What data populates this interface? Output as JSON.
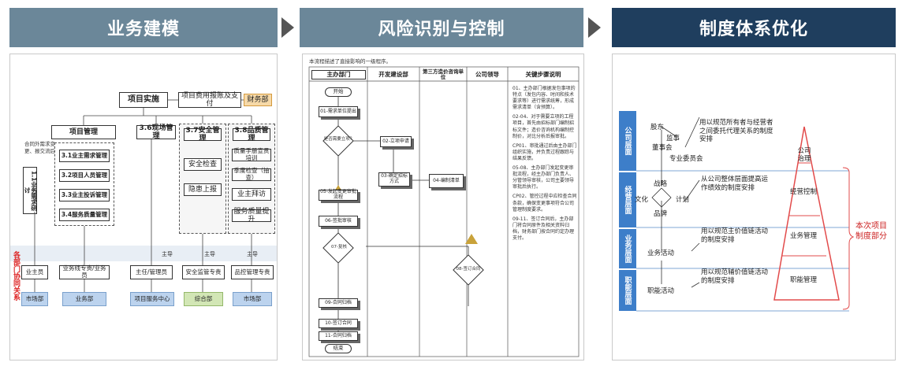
{
  "headers": {
    "h1": "业务建模",
    "h2": "风险识别与控制",
    "h3": "制度体系优化"
  },
  "panel1": {
    "top_main": "项目实施",
    "top_expense": "项目费用报账及支付",
    "finance": "财务部",
    "grp_pm": "项目管理",
    "grp_site": "3.6现场管理",
    "grp_safety": "3.7安全管理",
    "grp_quality": "3.8品质管理",
    "items_pm": [
      "3.1业主需求管理",
      "3.2项目人员管理",
      "3.3业主投诉管理",
      "3.4服务质量管理"
    ],
    "items_safety": [
      "安全检查",
      "隐患上报"
    ],
    "items_quality": [
      "质量手册宣贯培训",
      "季度检查（抽查）",
      "业主拜访",
      "服务质量提升"
    ],
    "side_label": "1.1业务需求研讨",
    "note": "合同外需求变更、报交流后续",
    "roles": [
      "业主员",
      "业务线专责/业务员",
      "主任/管理员",
      "安全监管专责",
      "品控管理专责"
    ],
    "role_tags": [
      "主导",
      "主导",
      "主导"
    ],
    "depts": [
      "市场部",
      "业务部",
      "项目服务中心",
      "综合部",
      "市场部"
    ],
    "red_side": "各部门协同关系"
  },
  "panel2": {
    "caption": "本流程描述了直接影响的一级程序。",
    "cols": [
      "主办部门",
      "开发建设部",
      "第三方造价咨询单位",
      "公司领导",
      "关键步骤说明"
    ],
    "nodes": [
      "开始",
      "01-需求单位提出",
      "是否需要立项？",
      "02-立项申请",
      "03-确定招标方式",
      "04-编制清单",
      "05-发起变更审批流程",
      "06-签批审核",
      "07-复核",
      "08-签订合同",
      "09-合同归档",
      "10-签订合同",
      "11-合同归档",
      "结束"
    ],
    "notes": [
      "01、主办部门根据发包事项的特点（发包内容、时间和技术要求等）进行需求统筹，形成需求清单（含预算）。",
      "02-04、对于需要立项的工程项目，首先由招标部门编制招标文件；造价咨询机构编制控制价，对比分析后报审批。",
      "CP01、审批通过后由主办部门组织实施，并负责过程跟踪与结果反馈。",
      "05-08、主办部门发起变更审批流程，经主办部门负责人、分管领导审核，公司主要领导审批后执行。",
      "CP02、管控过程中应检查合同条款，确保变更事项符合公司管理制度要求。",
      "09-11、签订合同后，主办部门将合同原件及相关资料归档，财务部门按合同约定办理支付。"
    ]
  },
  "panel3": {
    "bands": [
      "公司层面",
      "经营层面",
      "业务层面",
      "职能层面"
    ],
    "nodes": [
      "股东",
      "监事",
      "董事会",
      "专业委员会",
      "战略",
      "文化",
      "计划",
      "品牌",
      "业务活动",
      "职能活动"
    ],
    "desc": [
      "用以规范所有者与经营者之间委托代理关系的制度安排",
      "从公司整体层面提高运作绩效的制度安排",
      "用以规范主价值链活动的制度安排",
      "用以规范辅价值链活动的制度安排"
    ],
    "pyramid": [
      "公司治理",
      "经营控制",
      "业务管理",
      "职能管理"
    ],
    "red_note": "本次项目制度部分",
    "colors": {
      "band": "#3d7ec9",
      "pyramid_line": "#e24b4b"
    }
  }
}
